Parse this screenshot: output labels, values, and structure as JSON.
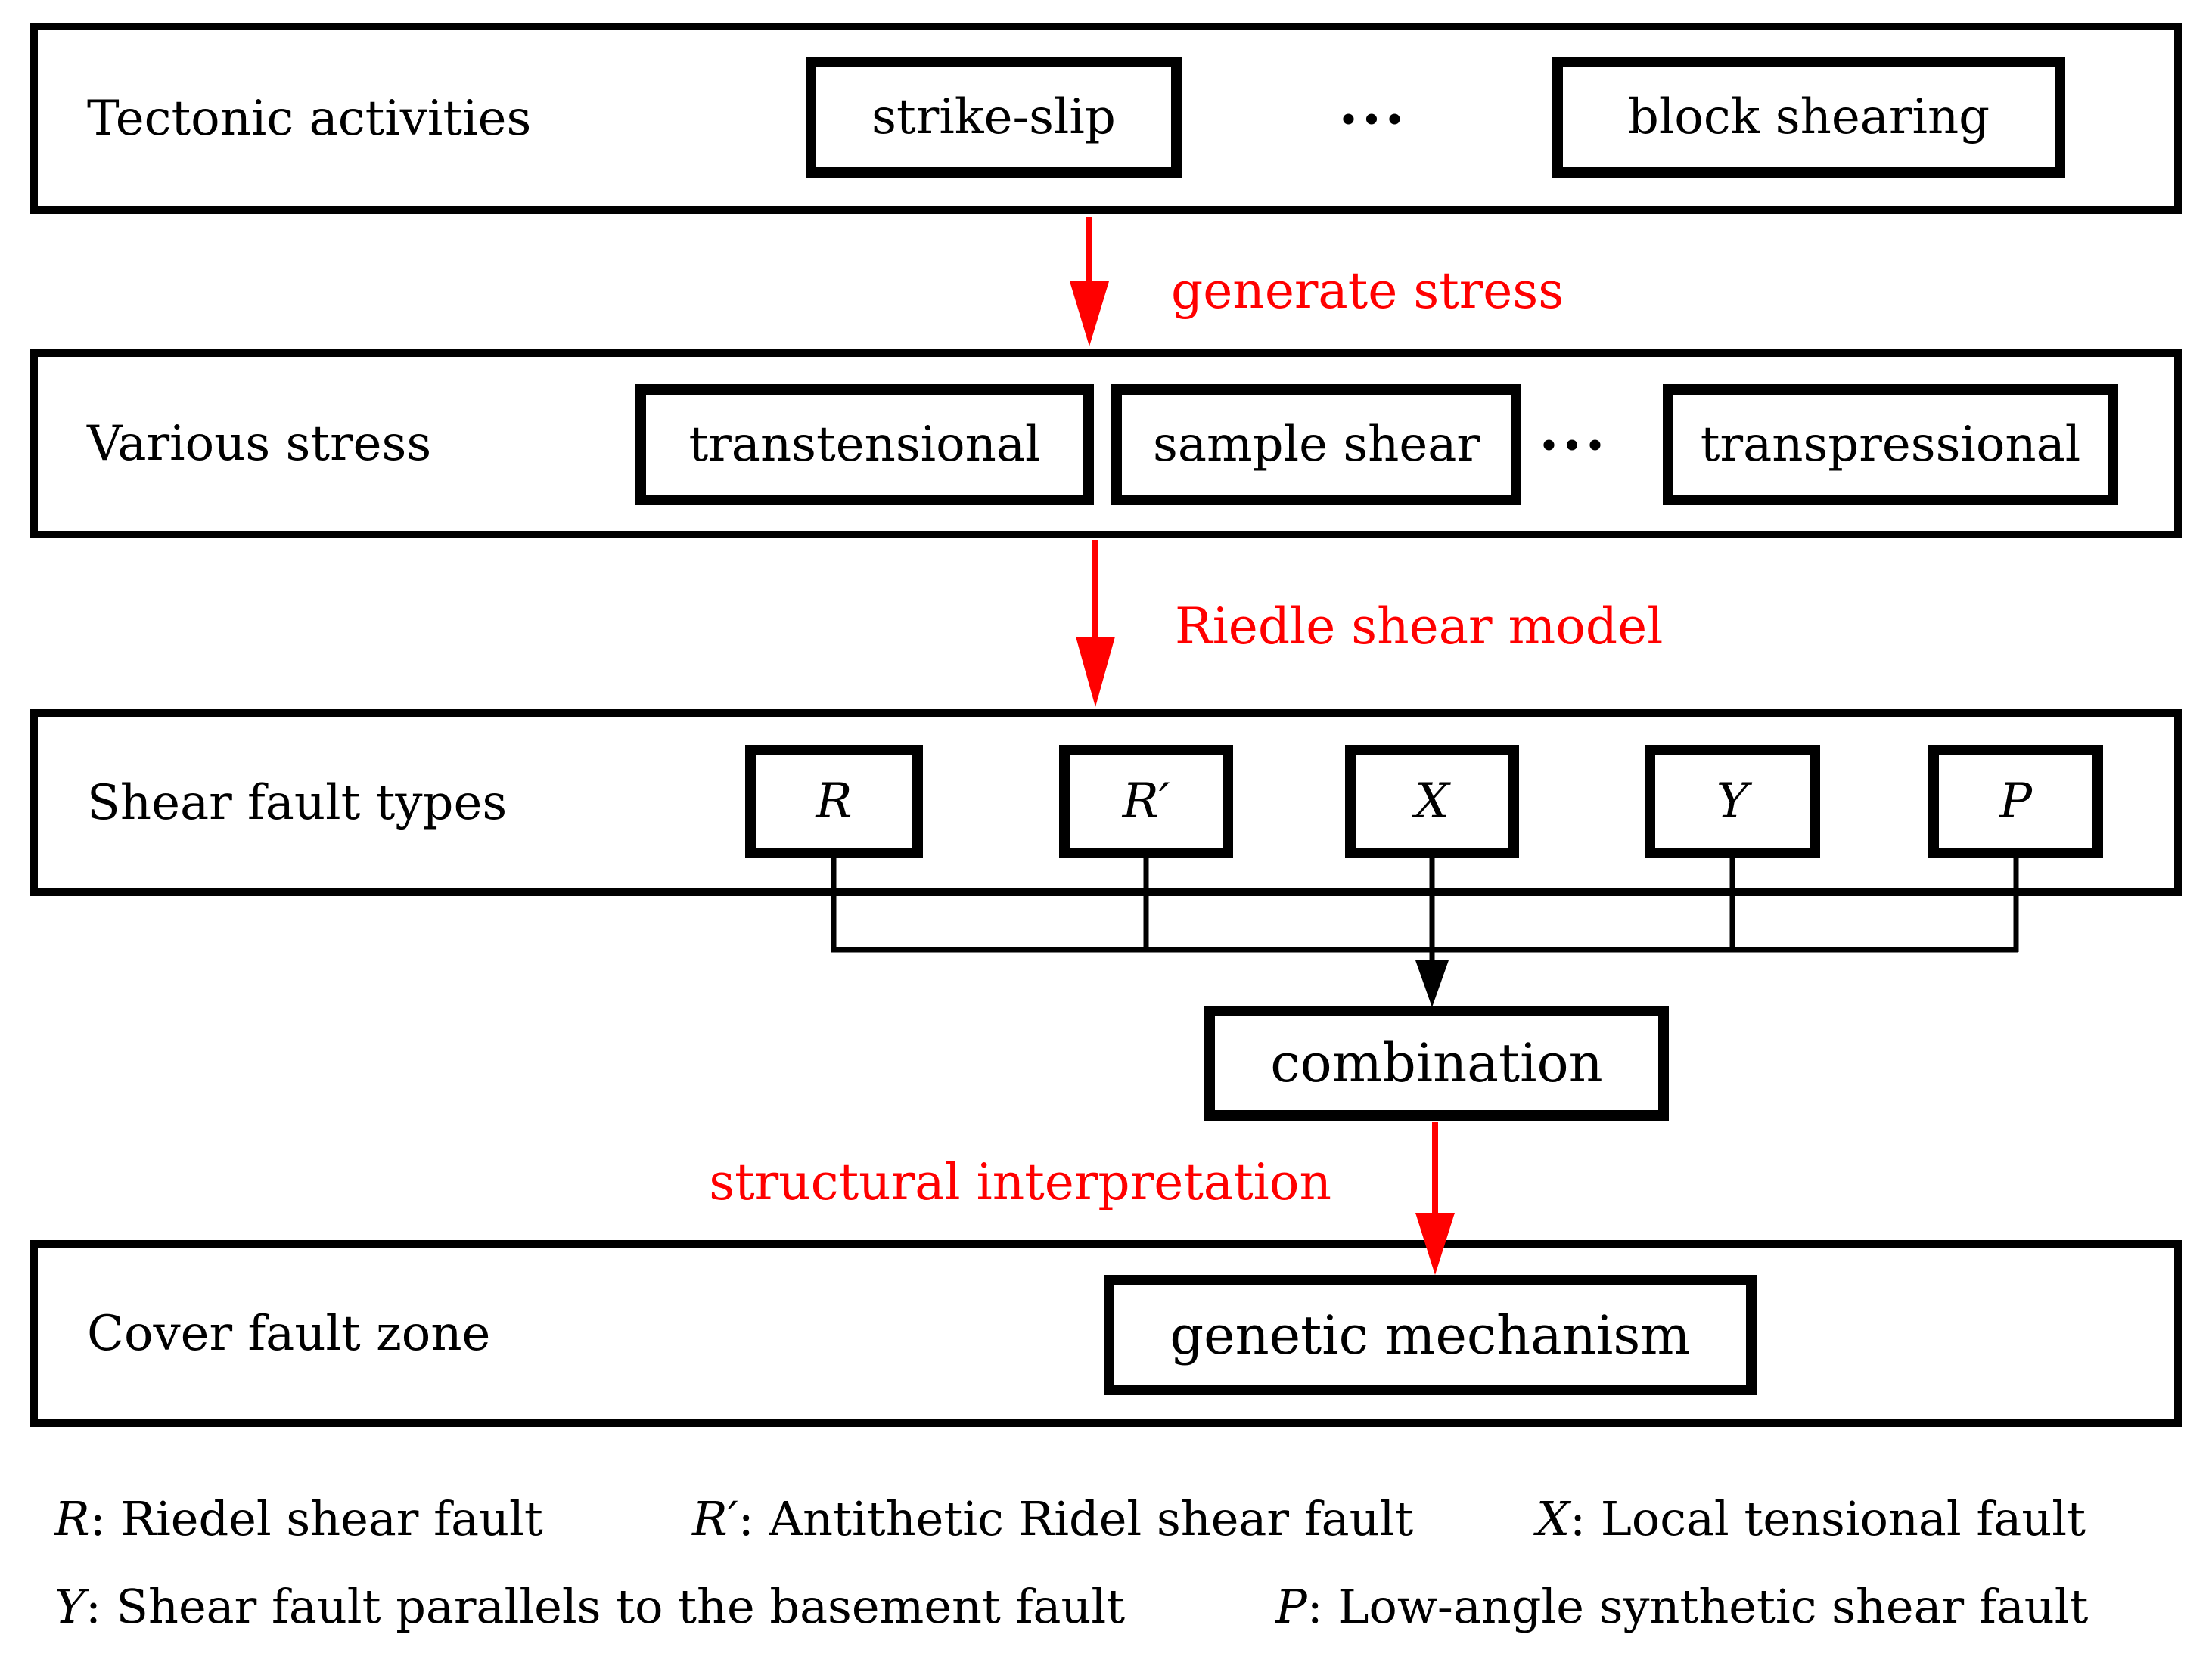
{
  "palette": {
    "accent": "#ff0000",
    "ink": "#000000",
    "paper": "#ffffff"
  },
  "rows": [
    {
      "label": "Tectonic activities",
      "boxes": [
        "strike-slip",
        "block shearing"
      ],
      "ellipsis": "···"
    },
    {
      "label": "Various stress",
      "boxes": [
        "transtensional",
        "sample shear",
        "transpressional"
      ],
      "ellipsis": "···"
    },
    {
      "label": "Shear fault types",
      "boxes": [
        "R",
        "R′",
        "X",
        "Y",
        "P"
      ]
    },
    {
      "label": "Cover fault zone",
      "boxes": [
        "genetic mechanism"
      ]
    }
  ],
  "arrows": [
    {
      "label": "generate stress"
    },
    {
      "label": "Riedle shear model"
    },
    {
      "label": "structural interpretation"
    }
  ],
  "combination_box": {
    "label": "combination"
  },
  "legend": {
    "row1": [
      {
        "symbol": "R",
        "text": ": Riedel shear fault"
      },
      {
        "symbol": "R′",
        "text": ": Antithetic Ridel shear fault"
      },
      {
        "symbol": "X",
        "text": ": Local tensional fault"
      }
    ],
    "row2": [
      {
        "symbol": "Y",
        "text": ": Shear fault parallels to the basement fault"
      },
      {
        "symbol": "P",
        "text": ": Low-angle synthetic shear fault"
      }
    ]
  }
}
